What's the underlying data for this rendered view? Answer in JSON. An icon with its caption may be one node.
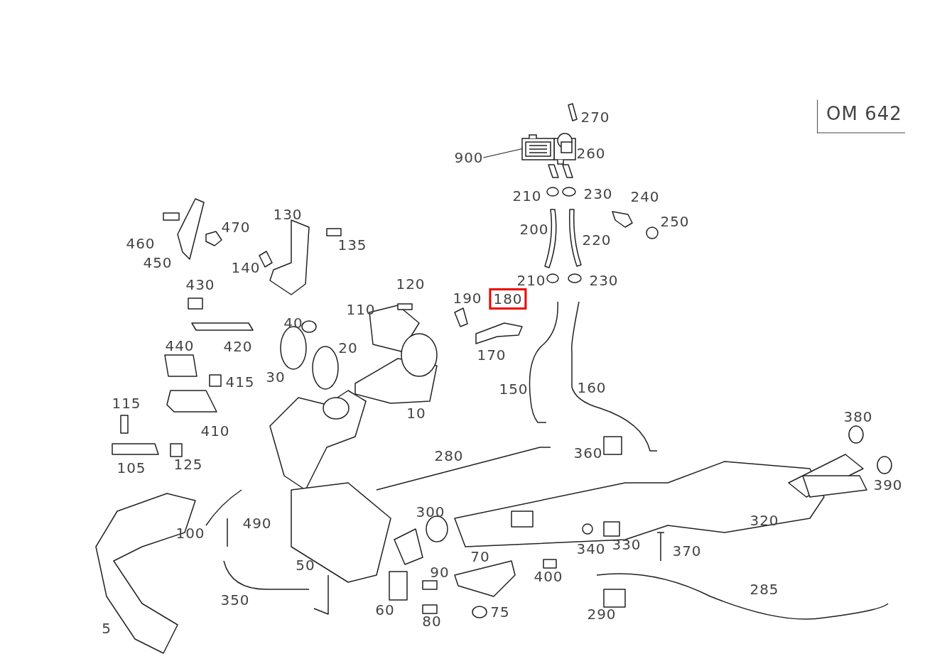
{
  "diagram": {
    "nodes": [
      {
        "text": [
          "900"
        ]
      },
      {
        "text": [],
        "shape": "picture"
      }
    ],
    "edges": [
      {
        "from": 0,
        "to": 1,
        "arrow": "none"
      }
    ],
    "labels": [
      "OM 642",
      "270",
      "260",
      "210",
      "230",
      "240",
      "470",
      "130",
      "200",
      "250",
      "460",
      "135",
      "220",
      "450",
      "140",
      "430",
      "120",
      "210",
      "230",
      "190",
      "180",
      "40",
      "110",
      "440",
      "420",
      "20",
      "170",
      "415",
      "30",
      "150",
      "160",
      "115",
      "10",
      "380",
      "410",
      "105",
      "125",
      "280",
      "360",
      "390",
      "490",
      "300",
      "320",
      "100",
      "70",
      "340",
      "330",
      "370",
      "50",
      "90",
      "400",
      "285",
      "5",
      "350",
      "60",
      "80",
      "75",
      "290"
    ]
  }
}
